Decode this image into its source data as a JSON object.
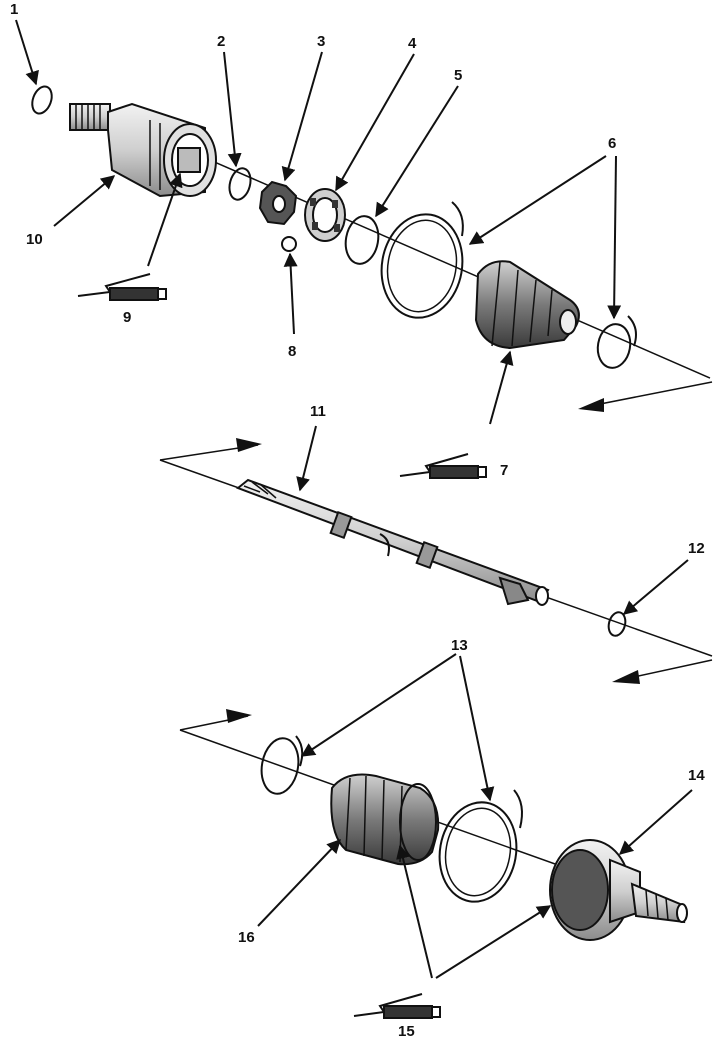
{
  "callouts": [
    {
      "id": "c1",
      "text": "1"
    },
    {
      "id": "c2",
      "text": "2"
    },
    {
      "id": "c3",
      "text": "3"
    },
    {
      "id": "c4",
      "text": "4"
    },
    {
      "id": "c5",
      "text": "5"
    },
    {
      "id": "c6",
      "text": "6"
    },
    {
      "id": "c7",
      "text": "7"
    },
    {
      "id": "c8",
      "text": "8"
    },
    {
      "id": "c9",
      "text": "9"
    },
    {
      "id": "c10",
      "text": "10"
    },
    {
      "id": "c11",
      "text": "11"
    },
    {
      "id": "c12",
      "text": "12"
    },
    {
      "id": "c13",
      "text": "13"
    },
    {
      "id": "c14",
      "text": "14"
    },
    {
      "id": "c15",
      "text": "15"
    },
    {
      "id": "c16",
      "text": "16"
    }
  ],
  "colors": {
    "ink": "#111111",
    "metal_light": "#e8e8e8",
    "metal_mid": "#bdbdbd",
    "metal_dark": "#555555",
    "boot": "#8a8a8a"
  }
}
